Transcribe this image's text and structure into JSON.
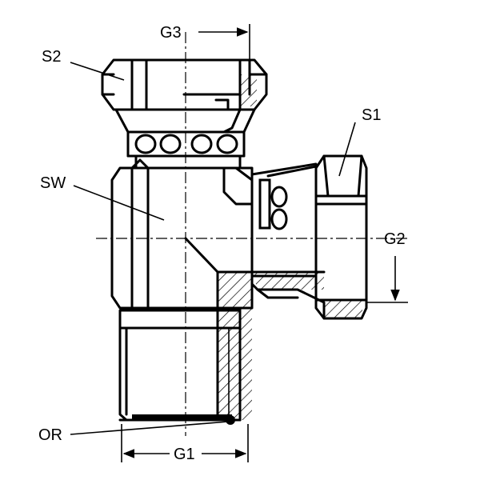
{
  "labels": {
    "s2": "S2",
    "g3": "G3",
    "s1": "S1",
    "sw": "SW",
    "g2": "G2",
    "or": "OR",
    "g1": "G1"
  }
}
